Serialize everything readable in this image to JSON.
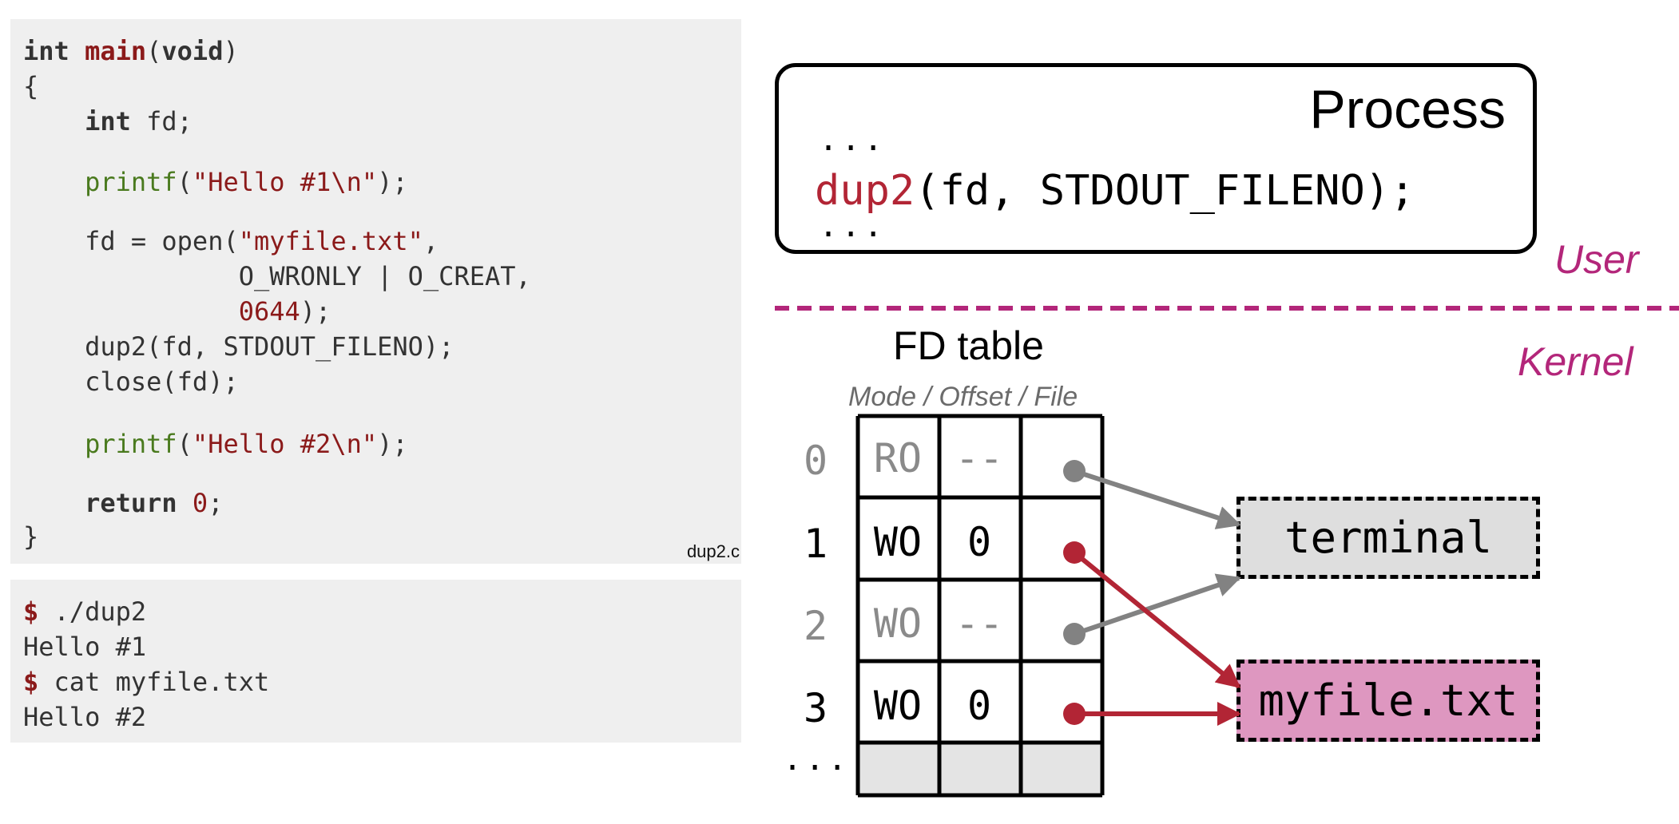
{
  "code": {
    "lines": [
      [
        [
          "int",
          "kw"
        ],
        [
          " ",
          ""
        ],
        [
          "main",
          "fn"
        ],
        [
          "(",
          ""
        ],
        [
          "void",
          "kw"
        ],
        [
          ")",
          ""
        ]
      ],
      [
        [
          "{",
          ""
        ]
      ],
      [
        [
          "    ",
          ""
        ],
        [
          "int",
          "kw"
        ],
        [
          " fd;",
          ""
        ]
      ],
      [
        [
          "    ",
          ""
        ],
        [
          "printf",
          "pf"
        ],
        [
          "(",
          ""
        ],
        [
          "\"Hello #1\\n\"",
          "str"
        ],
        [
          ");",
          ""
        ]
      ],
      [
        [
          "    fd = open(",
          ""
        ],
        [
          "\"myfile.txt\"",
          "str"
        ],
        [
          ",",
          ""
        ]
      ],
      [
        [
          "              O_WRONLY | O_CREAT,",
          ""
        ]
      ],
      [
        [
          "              ",
          ""
        ],
        [
          "0644",
          "num"
        ],
        [
          ");",
          ""
        ]
      ],
      [
        [
          "    dup2(fd, STDOUT_FILENO);",
          ""
        ]
      ],
      [
        [
          "    close(fd);",
          ""
        ]
      ],
      [
        [
          "    ",
          ""
        ],
        [
          "printf",
          "pf"
        ],
        [
          "(",
          ""
        ],
        [
          "\"Hello #2\\n\"",
          "str"
        ],
        [
          ");",
          ""
        ]
      ],
      [
        [
          "    ",
          ""
        ],
        [
          "return",
          "kw"
        ],
        [
          " ",
          ""
        ],
        [
          "0",
          "num"
        ],
        [
          ";",
          ""
        ]
      ],
      [
        [
          "}",
          ""
        ]
      ]
    ],
    "filename": "dup2.c"
  },
  "terminal": {
    "lines": [
      [
        [
          "$",
          "prompt"
        ],
        [
          " ./dup2",
          ""
        ]
      ],
      [
        [
          "Hello #1",
          ""
        ]
      ],
      [
        [
          "$",
          "prompt"
        ],
        [
          " cat myfile.txt",
          ""
        ]
      ],
      [
        [
          "Hello #2",
          ""
        ]
      ]
    ]
  },
  "process": {
    "title": "Process",
    "dots_before": "...",
    "call_fn": "dup2",
    "call_args": "(fd, STDOUT_FILENO);",
    "dots_after": "..."
  },
  "boundary": {
    "user_label": "User",
    "kernel_label": "Kernel",
    "line_color": "#b3267a"
  },
  "fd_table": {
    "title": "FD table",
    "header": "Mode / Offset / File",
    "rows": [
      {
        "index": "0",
        "mode": "RO",
        "offset": "--",
        "target": "terminal",
        "dimmed": true
      },
      {
        "index": "1",
        "mode": "WO",
        "offset": "0",
        "target": "myfile.txt",
        "dimmed": false
      },
      {
        "index": "2",
        "mode": "WO",
        "offset": "--",
        "target": "terminal",
        "dimmed": true
      },
      {
        "index": "3",
        "mode": "WO",
        "offset": "0",
        "target": "myfile.txt",
        "dimmed": false
      }
    ],
    "more": "..."
  },
  "files": {
    "terminal": {
      "label": "terminal",
      "color": "#dedede"
    },
    "myfile": {
      "label": "myfile.txt",
      "color": "#de97c0"
    }
  },
  "colors": {
    "arrow_gray": "#828282",
    "arrow_red": "#b22535",
    "accent_magenta": "#b3267a"
  }
}
